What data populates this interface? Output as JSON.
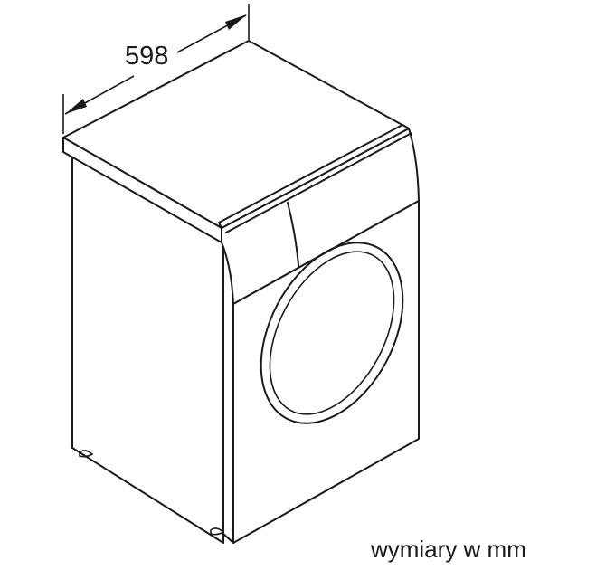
{
  "diagram": {
    "subject": "washing machine technical line drawing",
    "dimension": {
      "label": "598",
      "unit": "mm",
      "measures": "width"
    },
    "caption": "wymiary w mm",
    "colors": {
      "line": "#1a1a1a",
      "background": "#ffffff"
    }
  }
}
